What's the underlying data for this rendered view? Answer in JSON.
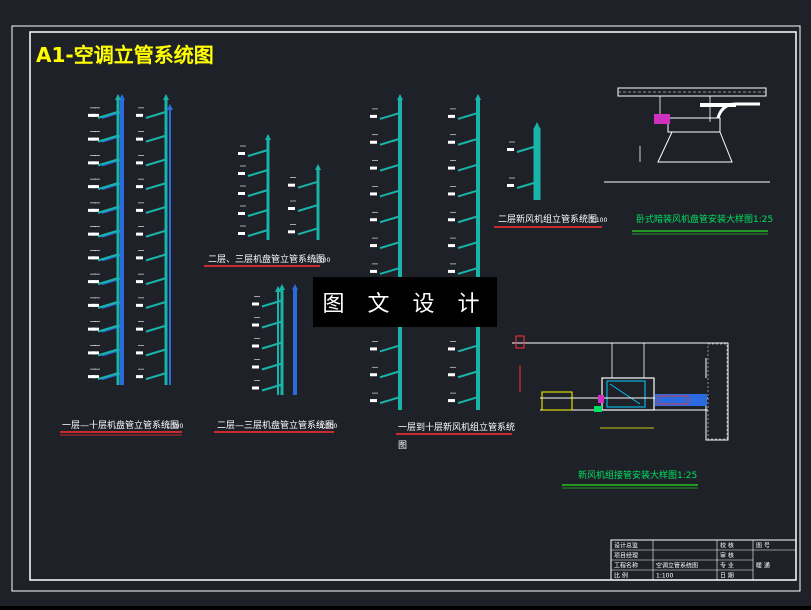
{
  "drawing": {
    "title": "A1-空调立管系统图",
    "captions": {
      "riser_1_10": "一层—十层机盘管立管系统图",
      "riser_1_10_scale": "1:100",
      "riser_2_3_a": "二层、三层机盘管立管系统图",
      "riser_2_3_a_scale": "1:100",
      "riser_2_3_b": "二层—三层机盘管立管系统图",
      "riser_2_3_b_scale": "1:100",
      "fresh_air_1_10": "一层到十层新风机组立管系统",
      "fresh_air_1_10_tail": "图",
      "fresh_air_2": "二层新风机组立管系统图",
      "fresh_air_2_scale": "1:100",
      "hanging_detail": "卧式暗装风机盘管安装大样图1:25",
      "fresh_air_detail": "新风机组接管安装大样图1:25"
    },
    "watermark": "图 文 设 计"
  },
  "title_block": {
    "rows": [
      [
        "设计总监",
        "",
        "校 核",
        "图 号"
      ],
      [
        "项目经理",
        "",
        "审 核",
        ""
      ],
      [
        "工程名称",
        "空调立管系统图",
        "专 业",
        "暖 通"
      ],
      [
        "比 例",
        "1:100",
        "日 期",
        ""
      ]
    ]
  },
  "colors": {
    "background": "#1f2129",
    "frame": "#ffffff",
    "title": "#ffff00",
    "supply_pipe": "#18b4a8",
    "return_pipe": "#2a6be0",
    "caption": "#ffffff",
    "underline_red": "#ff3030",
    "underline_green": "#20c020",
    "wall": "#ffffff"
  }
}
